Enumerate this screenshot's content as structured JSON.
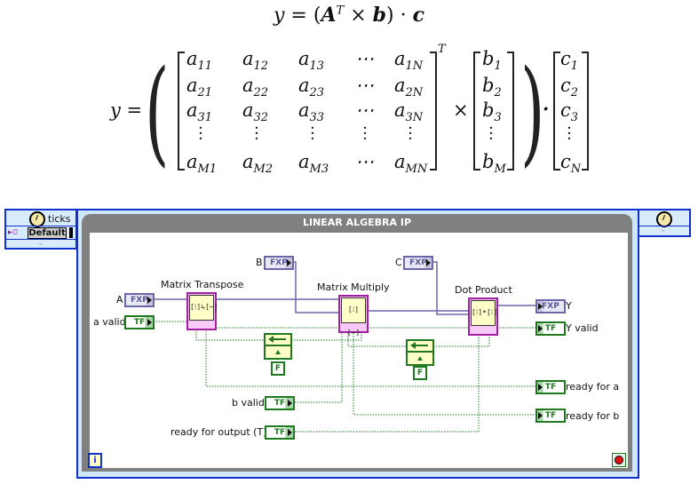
{
  "equation": {
    "compact": {
      "y": "y",
      "eq": "=",
      "lp": "(",
      "A": "A",
      "T": "T",
      "times": "×",
      "b": "b",
      "rp": ")",
      "dot": "·",
      "c": "c"
    },
    "expanded": {
      "lhs": "y =",
      "matrix_a": [
        [
          "a",
          "11",
          "a",
          "12",
          "a",
          "13",
          "⋯",
          "a",
          "1N"
        ],
        [
          "a",
          "21",
          "a",
          "22",
          "a",
          "23",
          "⋯",
          "a",
          "2N"
        ],
        [
          "a",
          "31",
          "a",
          "32",
          "a",
          "33",
          "⋯",
          "a",
          "3N"
        ],
        [
          "a",
          "M1",
          "a",
          "M2",
          "a",
          "M3",
          "⋯",
          "a",
          "MN"
        ]
      ],
      "transpose": "T",
      "times": "×",
      "vector_b": [
        [
          "b",
          "1"
        ],
        [
          "b",
          "2"
        ],
        [
          "b",
          "3"
        ],
        [
          "b",
          "M"
        ]
      ],
      "dot": "·",
      "vector_c": [
        [
          "c",
          "1"
        ],
        [
          "c",
          "2"
        ],
        [
          "c",
          "3"
        ],
        [
          "c",
          "N"
        ]
      ]
    }
  },
  "left_node": {
    "label": "ticks",
    "clock_value": "Default"
  },
  "frame": {
    "title": "LINEAR ALGEBRA IP"
  },
  "inputs": {
    "A": {
      "label": "A",
      "type": "FXP"
    },
    "a_valid": {
      "label": "a valid",
      "type": "TF"
    },
    "B": {
      "label": "B",
      "type": "FXP"
    },
    "C": {
      "label": "C",
      "type": "FXP"
    },
    "b_valid": {
      "label": "b valid",
      "type": "TF"
    },
    "ready_for_output": {
      "label": "ready for output (T)",
      "type": "TF"
    }
  },
  "outputs": {
    "Y": {
      "label": "Y",
      "type": "FXP"
    },
    "Y_valid": {
      "label": "Y valid",
      "type": "TF"
    },
    "ready_for_a": {
      "label": "ready for a",
      "type": "TF"
    },
    "ready_for_b": {
      "label": "ready for b",
      "type": "TF"
    }
  },
  "blocks": {
    "transpose": {
      "label": "Matrix Transpose",
      "glyph": "[⁝]↳[⋯]"
    },
    "multiply": {
      "label": "Matrix Multiply",
      "glyph": "[⁝][⋯]"
    },
    "dot": {
      "label": "Dot Product",
      "glyph": "[⁝]•[⁝]"
    }
  },
  "constants": {
    "f1": "F",
    "f2": "F"
  },
  "info_icon": "i",
  "colors": {
    "frame_border": "#1030d0",
    "fixed_wire": "#6a66a8",
    "bool_wire": "#1f7a1f",
    "ip_border": "#a020a0",
    "frame_gray": "#808080"
  }
}
